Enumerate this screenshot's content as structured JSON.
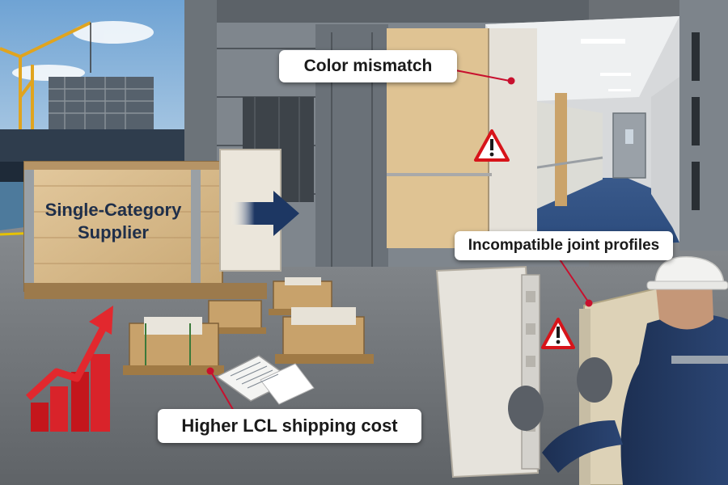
{
  "scene": {
    "description_icons": [
      "crane-icon",
      "crate-icon",
      "warning-icon",
      "arrow-right-icon",
      "trend-up-icon",
      "clipboard-icon",
      "hard-hat-icon"
    ],
    "colors": {
      "warning_red": "#d7141a",
      "arrow_navy": "#1d3763",
      "trend_red": "#d9232a",
      "callout_dot": "#c8102e"
    }
  },
  "crate": {
    "label_line1": "Single-Category",
    "label_line2": "Supplier"
  },
  "callouts": {
    "color_mismatch": "Color mismatch",
    "joint_profiles": "Incompatible joint profiles",
    "shipping_cost": "Higher LCL shipping cost"
  }
}
